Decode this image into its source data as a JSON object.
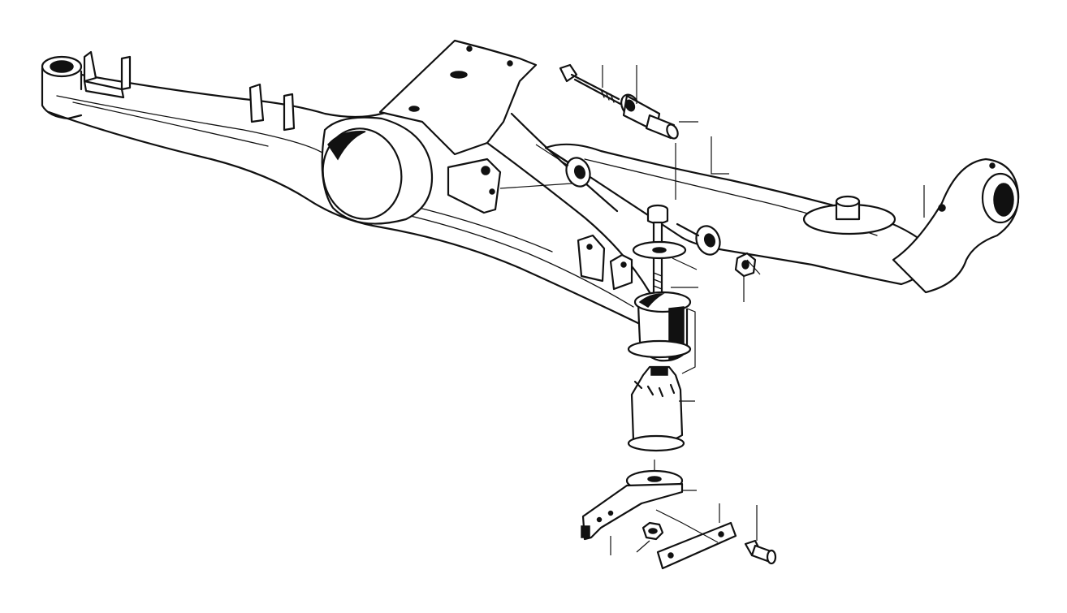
{
  "diagram": {
    "background": "#ffffff",
    "ink": "#111111",
    "parts": [
      {
        "id": "rear-axle-carrier",
        "icon": "axle-carrier-icon"
      },
      {
        "id": "trailing-arm",
        "icon": "trailing-arm-icon"
      },
      {
        "id": "hex-bolt",
        "icon": "bolt-icon"
      },
      {
        "id": "rubber-bushing",
        "icon": "bushing-icon"
      },
      {
        "id": "bushing-sleeve",
        "icon": "sleeve-icon"
      },
      {
        "id": "mounting-bolt",
        "icon": "bolt-icon"
      },
      {
        "id": "washer",
        "icon": "washer-icon"
      },
      {
        "id": "rubber-mount",
        "icon": "rubber-mount-icon"
      },
      {
        "id": "stop-buffer",
        "icon": "buffer-icon"
      },
      {
        "id": "support-plate",
        "icon": "plate-icon"
      },
      {
        "id": "hex-nut",
        "icon": "nut-icon"
      },
      {
        "id": "strap-bracket",
        "icon": "strap-icon"
      },
      {
        "id": "collar-nut",
        "icon": "nut-icon"
      },
      {
        "id": "flange-bolt",
        "icon": "bolt-icon"
      }
    ]
  }
}
